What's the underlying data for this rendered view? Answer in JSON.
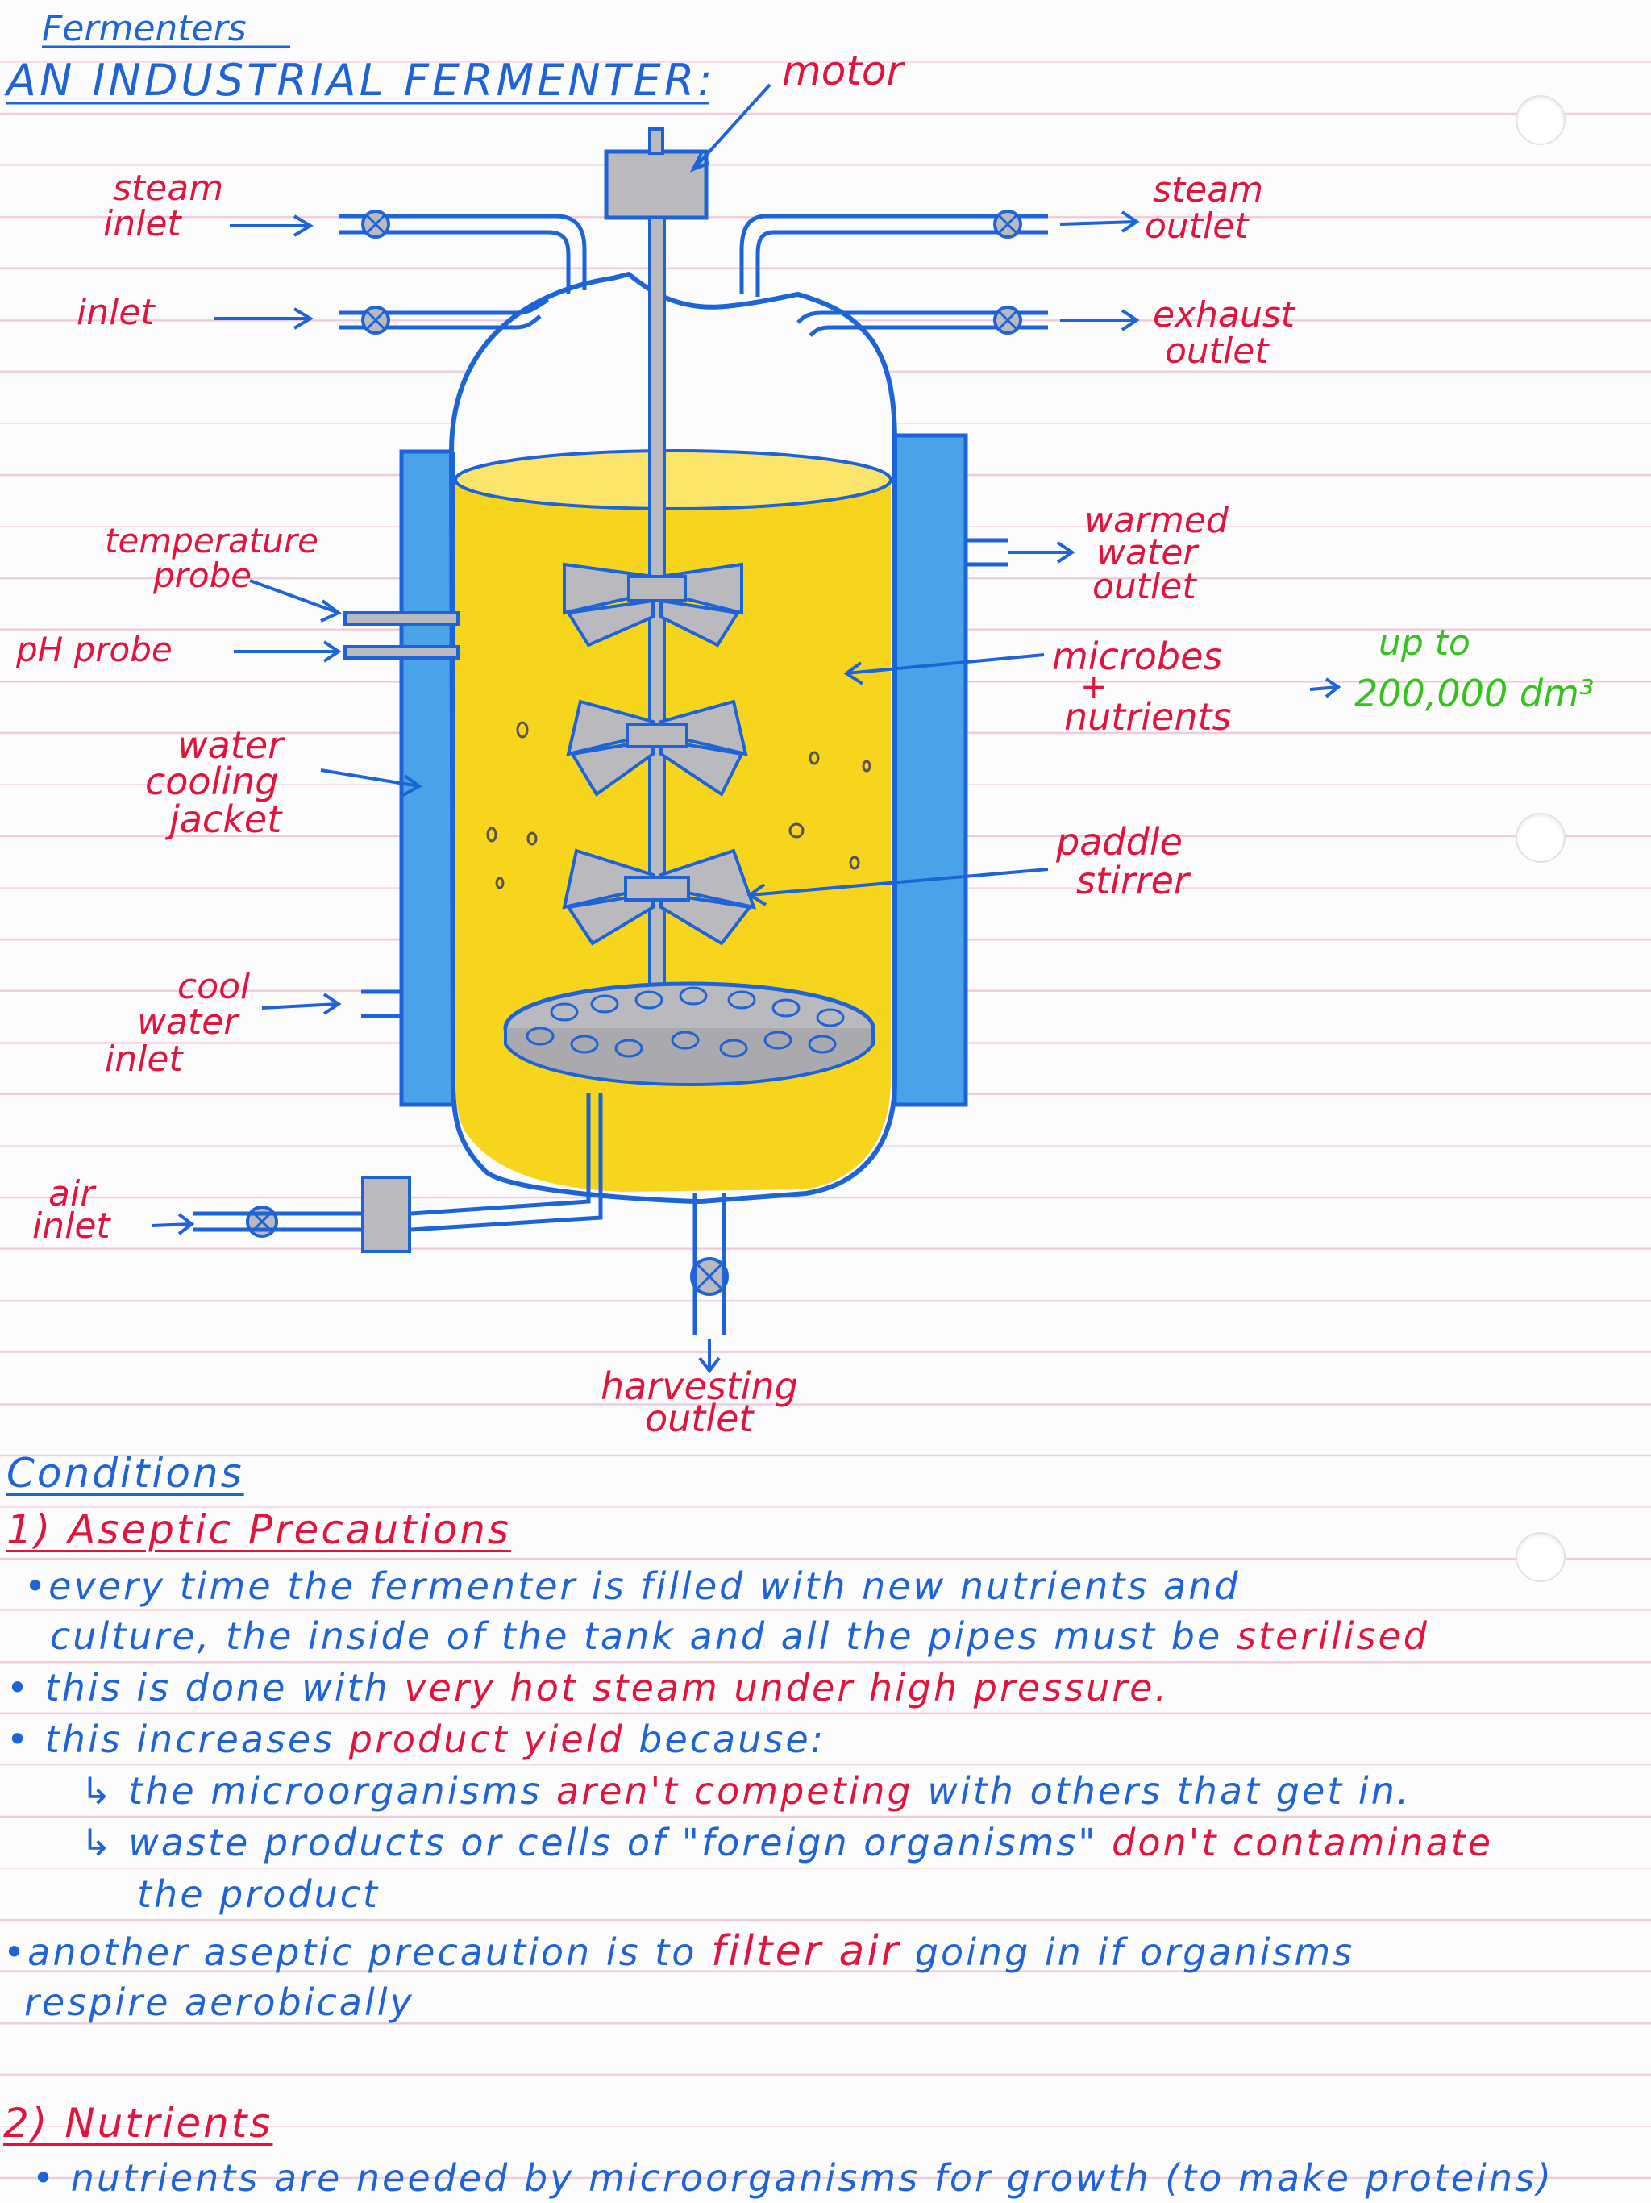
{
  "header": {
    "topic": "Fermenters",
    "title": "AN INDUSTRIAL FERMENTER:"
  },
  "diagram": {
    "labels": {
      "motor": "motor",
      "steam_inlet_1": "steam",
      "steam_inlet_2": "inlet",
      "inlet": "inlet",
      "steam_outlet_1": "steam",
      "steam_outlet_2": "outlet",
      "exhaust_outlet_1": "exhaust",
      "exhaust_outlet_2": "outlet",
      "warmed_water_1": "warmed",
      "warmed_water_2": "water",
      "warmed_water_3": "outlet",
      "temperature_probe_1": "temperature",
      "temperature_probe_2": "probe",
      "ph_probe": "pH probe",
      "microbes_1": "microbes",
      "microbes_2": "+",
      "microbes_3": "nutrients",
      "volume_1": "up to",
      "volume_2": "200,000 dm³",
      "water_cooling_1": "water",
      "water_cooling_2": "cooling",
      "water_cooling_3": "jacket",
      "paddle_stirrer_1": "paddle",
      "paddle_stirrer_2": "stirrer",
      "cool_water_1": "cool",
      "cool_water_2": "water",
      "cool_water_3": "inlet",
      "air_inlet_1": "air",
      "air_inlet_2": "inlet",
      "harvesting_1": "harvesting",
      "harvesting_2": "outlet"
    },
    "colors": {
      "broth": "#f7d51d",
      "jacket": "#4aa3e8",
      "metal": "#b9b9be",
      "ink_blue": "#1c64d8",
      "ink_red": "#e0143c",
      "ink_green": "#33c41a"
    }
  },
  "notes": {
    "conditions": "Conditions",
    "s1_heading": "1) Aseptic Precautions",
    "b1_a": "•every time the fermenter is filled with new nutrients and",
    "b1_b_blue": "culture, the inside of the tank and all the pipes must be ",
    "b1_b_red": "sterilised",
    "b2_blue1": "• this is done with ",
    "b2_red": "very hot steam under high pressure.",
    "b3_blue": "• this increases ",
    "b3_red": "product yield",
    "b3_blue2": " because:",
    "s1_a_blue": "↳ the microorganisms ",
    "s1_a_red": "aren't competing",
    "s1_a_blue2": " with others that get in.",
    "s1_b_blue": "↳ waste products or cells of \"foreign organisms\" ",
    "s1_b_red": "don't contaminate",
    "s1_c": "the product",
    "b4_blue": "•another aseptic precaution   is to ",
    "b4_red": "filter air",
    "b4_blue2": " going in if organisms",
    "b4_b": "respire aerobically",
    "s2_heading": "2) Nutrients",
    "b5": "• nutrients are needed by microorganisms for growth (to make proteins)"
  }
}
